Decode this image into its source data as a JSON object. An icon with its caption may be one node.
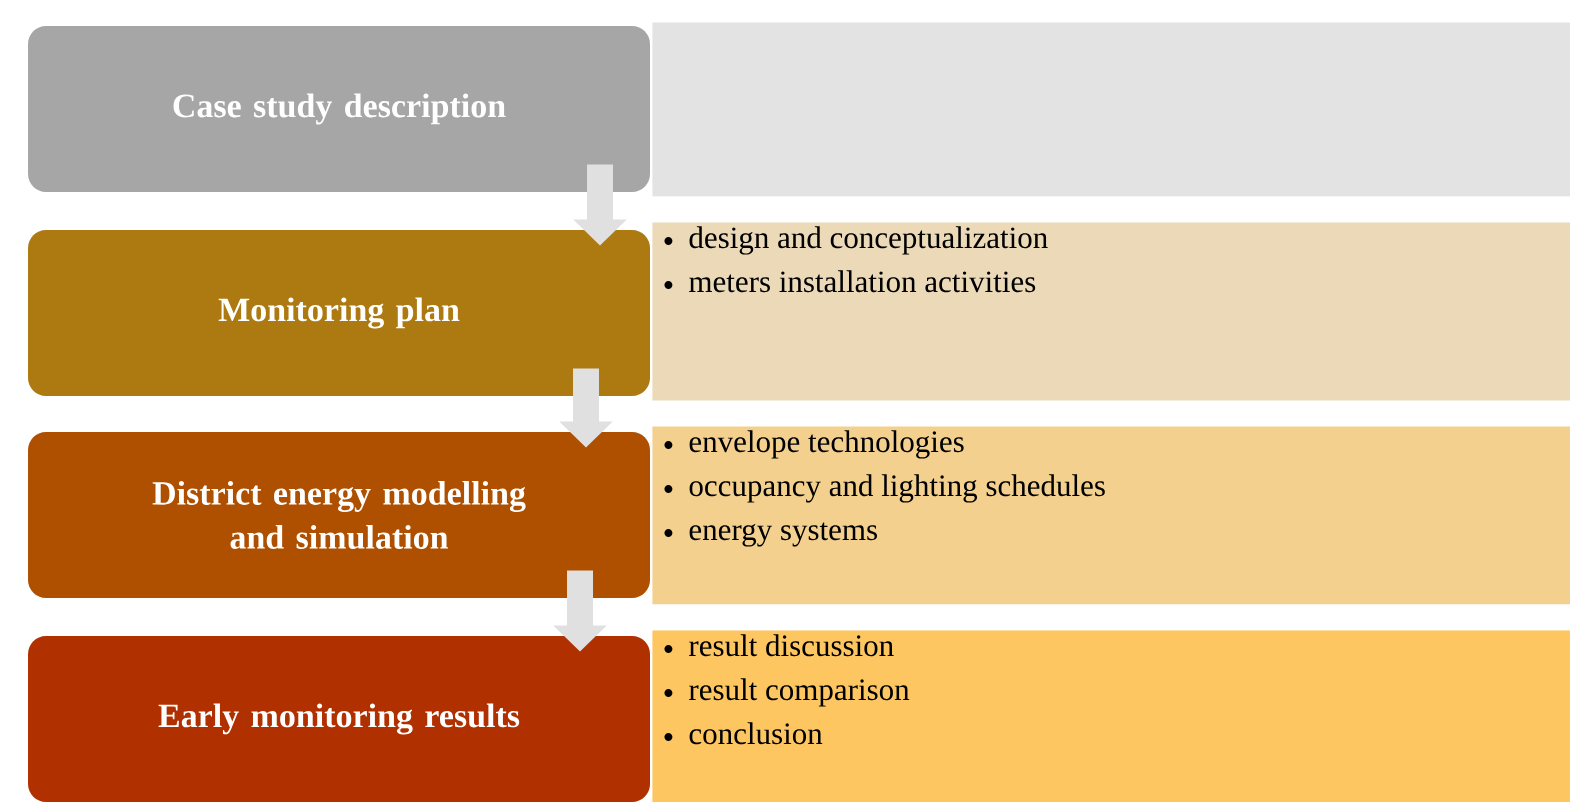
{
  "diagram": {
    "nodes": [
      {
        "text": [
          "Case study description"
        ]
      },
      {
        "text": [],
        "shape": "box"
      },
      {
        "text": [
          "Monitoring plan"
        ]
      },
      {
        "text": [
          "design and conceptualization",
          "meters installation activities"
        ]
      },
      {
        "text": [
          "District energy modelling and simulation"
        ]
      },
      {
        "text": [
          "envelope technologies",
          "occupancy and lighting schedules",
          "energy systems"
        ]
      },
      {
        "text": [
          "Early monitoring results"
        ]
      },
      {
        "text": [
          "result discussion",
          "result comparison",
          "conclusion"
        ]
      }
    ],
    "edges": [
      {
        "from": 0,
        "to": 2,
        "arrow": "to"
      },
      {
        "from": 2,
        "to": 4,
        "arrow": "to"
      },
      {
        "from": 4,
        "to": 6,
        "arrow": "to"
      }
    ]
  }
}
